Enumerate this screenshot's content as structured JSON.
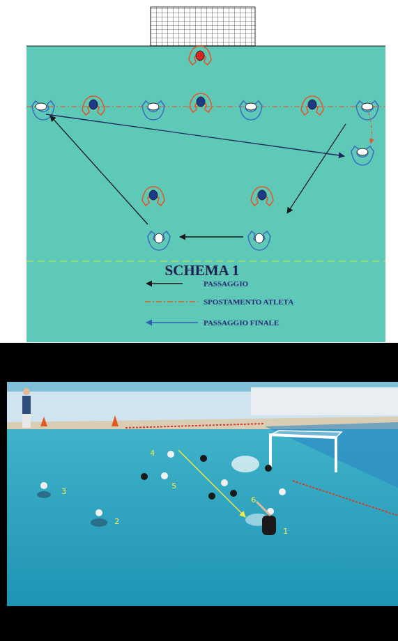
{
  "diagram": {
    "title": "SCHEMA 1",
    "labels": [
      "4",
      "5",
      "3",
      "2",
      "6",
      "1"
    ],
    "legend": [
      {
        "text": "PASSAGGIO"
      },
      {
        "text": "SPOSTAMENTO ATLETA"
      },
      {
        "text": "PASSAGGIO FINALE"
      }
    ]
  }
}
